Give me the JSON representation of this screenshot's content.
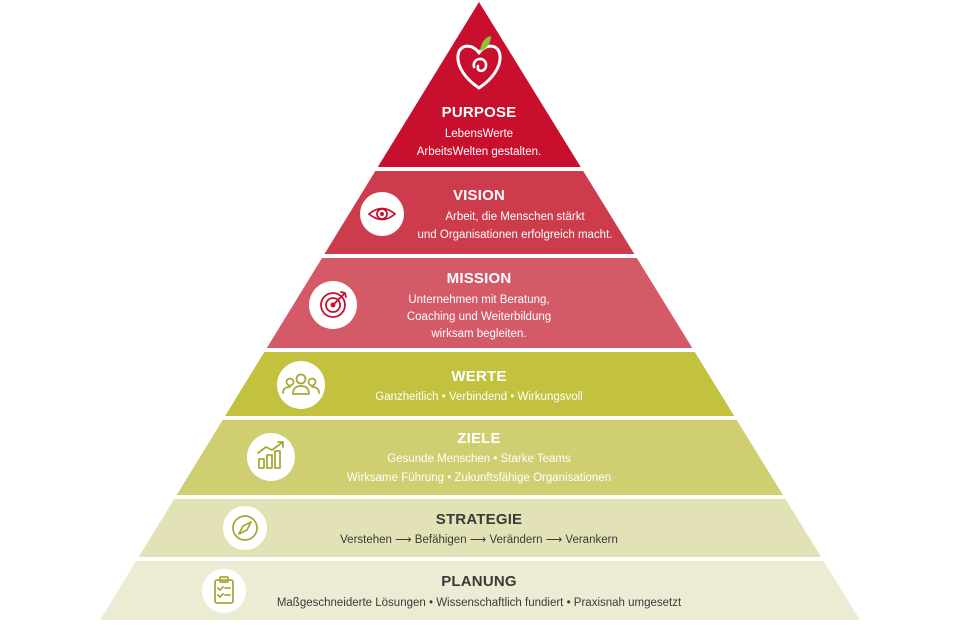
{
  "layers": [
    {
      "title": "PURPOSE",
      "lines": [
        "LebensWerte",
        "ArbeitsWelten gestalten."
      ],
      "icon": "heart-apple-logo",
      "color": "#c8102e",
      "text_color": "#ffffff"
    },
    {
      "title": "VISION",
      "lines": [
        "Arbeit, die Menschen stärkt",
        "und Organisationen erfolgreich macht."
      ],
      "icon": "eye-icon",
      "color": "#cc3c4c",
      "text_color": "#ffffff"
    },
    {
      "title": "MISSION",
      "lines": [
        "Unternehmen mit Beratung,",
        "Coaching und Weiterbildung",
        "wirksam begleiten."
      ],
      "icon": "target-icon",
      "color": "#d35a66",
      "text_color": "#ffffff"
    },
    {
      "title": "WERTE",
      "lines": [
        "Ganzheitlich  •  Verbindend  •  Wirkungsvoll"
      ],
      "icon": "people-icon",
      "color": "#c3c23e",
      "text_color": "#ffffff"
    },
    {
      "title": "ZIELE",
      "lines": [
        "Gesunde Menschen  •  Starke Teams",
        "Wirksame Führung  •  Zukunftsfähige Organisationen"
      ],
      "icon": "chart-growth-icon",
      "color": "#cfcf72",
      "text_color": "#ffffff"
    },
    {
      "title": "STRATEGIE",
      "lines": [
        "Verstehen ⟶ Befähigen ⟶ Verändern ⟶ Verankern"
      ],
      "icon": "compass-icon",
      "color": "#e2e2b6",
      "text_color": "#3a3a3a"
    },
    {
      "title": "PLANUNG",
      "lines": [
        "Maßgeschneiderte Lösungen  •  Wissenschaftlich fundiert  •  Praxisnah umgesetzt"
      ],
      "icon": "clipboard-icon",
      "color": "#ececd4",
      "text_color": "#3a3a3a"
    }
  ],
  "colors": {
    "icon_olive": "#a8a838",
    "icon_red": "#c8102e"
  }
}
